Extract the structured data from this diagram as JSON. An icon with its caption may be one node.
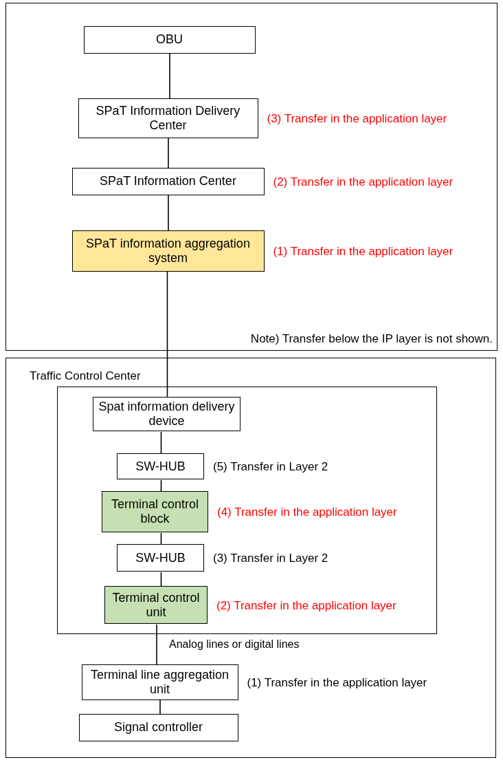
{
  "diagram": {
    "nodes": [
      {
        "text": [
          "Note) Transfer below the IP layer is not shown."
        ]
      },
      {
        "text": [
          "OBU"
        ],
        "in": 0
      },
      {
        "text": [
          "SPaT Information Delivery Center"
        ],
        "in": 0,
        "beside": [
          "(3) Transfer in the application layer"
        ]
      },
      {
        "text": [
          "SPaT Information Center"
        ],
        "in": 0,
        "beside": [
          "(2) Transfer in the application layer"
        ]
      },
      {
        "text": [
          "SPaT information aggregation system"
        ],
        "in": 0,
        "beside": [
          "(1) Transfer in the application layer"
        ]
      },
      {
        "text": [
          "Traffic Control Center"
        ]
      },
      {
        "text": [],
        "shape": "box",
        "in": 5
      },
      {
        "text": [
          "Spat information delivery device"
        ],
        "in": 6
      },
      {
        "text": [
          "SW-HUB"
        ],
        "in": 6,
        "beside": [
          "(5) Transfer in Layer 2"
        ]
      },
      {
        "text": [
          "Terminal control block"
        ],
        "in": 6,
        "beside": [
          "(4) Transfer in the application layer"
        ]
      },
      {
        "text": [
          "SW-HUB"
        ],
        "in": 6,
        "beside": [
          "(3) Transfer in Layer 2"
        ]
      },
      {
        "text": [
          "Terminal control unit"
        ],
        "in": 6,
        "beside": [
          "(2) Transfer in the application layer"
        ]
      },
      {
        "text": [
          "Terminal line aggregation unit"
        ],
        "in": 5,
        "beside": [
          "(1) Transfer in the application layer"
        ]
      },
      {
        "text": [
          "Signal controller"
        ],
        "in": 5
      }
    ],
    "edges": [
      {
        "from": 1,
        "to": 2,
        "arrow": "none"
      },
      {
        "from": 2,
        "to": 3,
        "arrow": "none"
      },
      {
        "from": 3,
        "to": 4,
        "arrow": "none"
      },
      {
        "from": 4,
        "to": 7,
        "arrow": "none"
      },
      {
        "from": 7,
        "to": 8,
        "arrow": "none"
      },
      {
        "from": 8,
        "to": 9,
        "arrow": "none"
      },
      {
        "from": 9,
        "to": 10,
        "arrow": "none"
      },
      {
        "from": 10,
        "to": 11,
        "arrow": "none"
      },
      {
        "from": 11,
        "to": 12,
        "arrow": "none",
        "label": "Analog lines or digital lines"
      },
      {
        "from": 12,
        "to": 13,
        "arrow": "none"
      }
    ]
  }
}
